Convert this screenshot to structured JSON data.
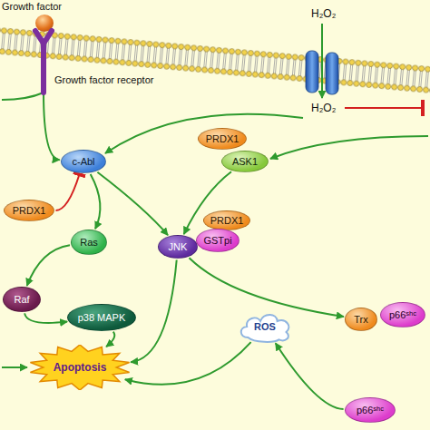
{
  "diagram": {
    "nodes": [
      {
        "text": [
          "Growth factor"
        ]
      },
      {
        "text": [
          "Growth factor receptor"
        ]
      },
      {
        "text": [
          "c-Abl"
        ]
      },
      {
        "text": [
          "PRDX1"
        ]
      },
      {
        "text": [
          "ASK1"
        ]
      },
      {
        "text": [
          "PRDX1"
        ]
      },
      {
        "text": [
          "PRDX1"
        ]
      },
      {
        "text": [
          "Ras"
        ]
      },
      {
        "text": [
          "JNK"
        ]
      },
      {
        "text": [
          "GSTpi"
        ]
      },
      {
        "text": [
          "Raf"
        ]
      },
      {
        "text": [
          "p38 MAPK"
        ]
      },
      {
        "text": [
          "Trx"
        ]
      },
      {
        "text": [
          "p66ˢʰᶜ"
        ]
      },
      {
        "text": [
          "ROS"
        ]
      },
      {
        "text": [
          "Apoptosis"
        ]
      },
      {
        "text": [
          "p66ˢʰᶜ"
        ]
      }
    ],
    "edges": [
      {
        "from": 1,
        "to": 2,
        "arrow": "to"
      },
      {
        "from": 5,
        "to": 2,
        "arrow": "to"
      },
      {
        "from": 2,
        "to": 7,
        "arrow": "to"
      },
      {
        "from": 2,
        "to": 8,
        "arrow": "to"
      },
      {
        "from": 4,
        "to": 8,
        "arrow": "to"
      },
      {
        "from": 7,
        "to": 10,
        "arrow": "to"
      },
      {
        "from": 10,
        "to": 11,
        "arrow": "to"
      },
      {
        "from": 11,
        "to": 15,
        "arrow": "to"
      },
      {
        "from": 8,
        "to": 15,
        "arrow": "to"
      },
      {
        "from": 8,
        "to": 12,
        "arrow": "to"
      },
      {
        "from": 14,
        "to": 15,
        "arrow": "to"
      },
      {
        "from": 16,
        "to": 14,
        "arrow": "to"
      }
    ],
    "labels": [
      "H₂O₂",
      "H₂O₂"
    ]
  }
}
